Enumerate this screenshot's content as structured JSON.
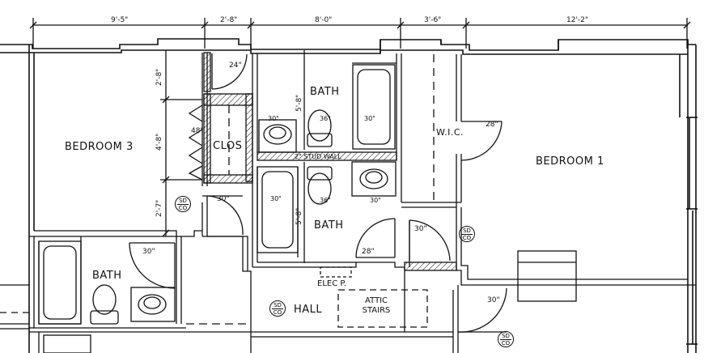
{
  "dimensions": {
    "top": [
      "9'-5\"",
      "2'-8\"",
      "8'-0\"",
      "3'-6\"",
      "12'-2\""
    ],
    "left": [
      "2'-8\"",
      "4'-8\"",
      "2'-7\""
    ],
    "bath_upper_side": "5'-8\"",
    "bath_lower_side": "5'-8\""
  },
  "rooms": {
    "bedroom3": "BEDROOM 3",
    "bedroom1": "BEDROOM 1",
    "bath_upper": "BATH",
    "bath_lower": "BATH",
    "bath_left": "BATH",
    "clos": "CLOS",
    "wic": "W.I.C.",
    "hall": "HALL",
    "elec": "ELEC P.",
    "attic": "ATTIC STAIRS",
    "stud_wall": "2\" STUD WALL"
  },
  "fixtures": {
    "door_24": "24\"",
    "door_48": "48\"",
    "door_30_bed3": "30\"",
    "door_28_wic": "28\"",
    "door_30_bathleft": "30\"",
    "door_28_bathlower": "28\"",
    "door_30_bed1": "30\"",
    "door_30_bottom": "30\"",
    "sink_upper": "30\"",
    "toilet_upper": "36\"",
    "tub_upper": "30\"",
    "tub_lower": "30\"",
    "toilet_lower": "36\"",
    "sink_lower": "30\""
  },
  "smoke_detector": {
    "top": "SD",
    "bottom": "CO"
  }
}
